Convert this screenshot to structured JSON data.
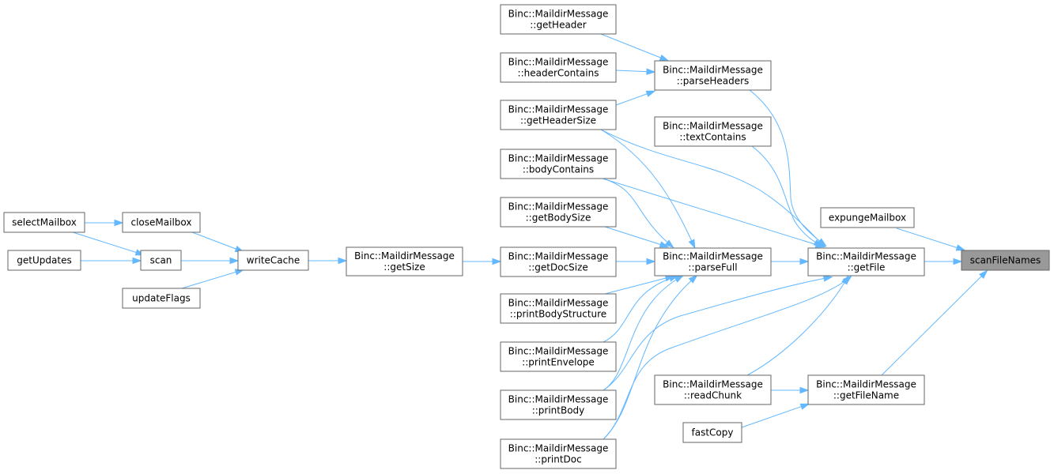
{
  "diagram": {
    "nodes": [
      {
        "id": "scanFileNames",
        "lines": [
          "scanFileNames"
        ],
        "focus": true
      },
      {
        "id": "expungeMailbox",
        "lines": [
          "expungeMailbox"
        ]
      },
      {
        "id": "getFile",
        "lines": [
          "Binc::MaildirMessage",
          "::getFile"
        ]
      },
      {
        "id": "getFileName",
        "lines": [
          "Binc::MaildirMessage",
          "::getFileName"
        ]
      },
      {
        "id": "parseHeaders",
        "lines": [
          "Binc::MaildirMessage",
          "::parseHeaders"
        ]
      },
      {
        "id": "textContains",
        "lines": [
          "Binc::MaildirMessage",
          "::textContains"
        ]
      },
      {
        "id": "parseFull",
        "lines": [
          "Binc::MaildirMessage",
          "::parseFull"
        ]
      },
      {
        "id": "readChunk",
        "lines": [
          "Binc::MaildirMessage",
          "::readChunk"
        ]
      },
      {
        "id": "fastCopy",
        "lines": [
          "fastCopy"
        ]
      },
      {
        "id": "getHeader",
        "lines": [
          "Binc::MaildirMessage",
          "::getHeader"
        ]
      },
      {
        "id": "headerContains",
        "lines": [
          "Binc::MaildirMessage",
          "::headerContains"
        ]
      },
      {
        "id": "getHeaderSize",
        "lines": [
          "Binc::MaildirMessage",
          "::getHeaderSize"
        ]
      },
      {
        "id": "bodyContains",
        "lines": [
          "Binc::MaildirMessage",
          "::bodyContains"
        ]
      },
      {
        "id": "getBodySize",
        "lines": [
          "Binc::MaildirMessage",
          "::getBodySize"
        ]
      },
      {
        "id": "getDocSize",
        "lines": [
          "Binc::MaildirMessage",
          "::getDocSize"
        ]
      },
      {
        "id": "printBodyStructure",
        "lines": [
          "Binc::MaildirMessage",
          "::printBodyStructure"
        ]
      },
      {
        "id": "printEnvelope",
        "lines": [
          "Binc::MaildirMessage",
          "::printEnvelope"
        ]
      },
      {
        "id": "printBody",
        "lines": [
          "Binc::MaildirMessage",
          "::printBody"
        ]
      },
      {
        "id": "printDoc",
        "lines": [
          "Binc::MaildirMessage",
          "::printDoc"
        ]
      },
      {
        "id": "getSize",
        "lines": [
          "Binc::MaildirMessage",
          "::getSize"
        ]
      },
      {
        "id": "writeCache",
        "lines": [
          "writeCache"
        ]
      },
      {
        "id": "closeMailbox",
        "lines": [
          "closeMailbox"
        ]
      },
      {
        "id": "scan",
        "lines": [
          "scan"
        ]
      },
      {
        "id": "updateFlags",
        "lines": [
          "updateFlags"
        ]
      },
      {
        "id": "selectMailbox",
        "lines": [
          "selectMailbox"
        ]
      },
      {
        "id": "getUpdates",
        "lines": [
          "getUpdates"
        ]
      }
    ],
    "edges": [
      {
        "from": "expungeMailbox",
        "to": "scanFileNames"
      },
      {
        "from": "getFile",
        "to": "scanFileNames"
      },
      {
        "from": "getFileName",
        "to": "scanFileNames"
      },
      {
        "from": "parseHeaders",
        "to": "getFile"
      },
      {
        "from": "textContains",
        "to": "getFile"
      },
      {
        "from": "parseFull",
        "to": "getFile"
      },
      {
        "from": "getHeaderSize",
        "to": "getFile"
      },
      {
        "from": "bodyContains",
        "to": "getFile"
      },
      {
        "from": "readChunk",
        "to": "getFile"
      },
      {
        "from": "printBody",
        "to": "getFile"
      },
      {
        "from": "printDoc",
        "to": "getFile"
      },
      {
        "from": "readChunk",
        "to": "getFileName"
      },
      {
        "from": "fastCopy",
        "to": "getFileName"
      },
      {
        "from": "getHeader",
        "to": "parseHeaders"
      },
      {
        "from": "headerContains",
        "to": "parseHeaders"
      },
      {
        "from": "getHeaderSize",
        "to": "parseHeaders"
      },
      {
        "from": "getHeaderSize",
        "to": "parseFull"
      },
      {
        "from": "bodyContains",
        "to": "parseFull"
      },
      {
        "from": "getBodySize",
        "to": "parseFull"
      },
      {
        "from": "getDocSize",
        "to": "parseFull"
      },
      {
        "from": "printBodyStructure",
        "to": "parseFull"
      },
      {
        "from": "printEnvelope",
        "to": "parseFull"
      },
      {
        "from": "printBody",
        "to": "parseFull"
      },
      {
        "from": "printDoc",
        "to": "parseFull"
      },
      {
        "from": "getSize",
        "to": "getDocSize"
      },
      {
        "from": "writeCache",
        "to": "getSize"
      },
      {
        "from": "closeMailbox",
        "to": "writeCache"
      },
      {
        "from": "scan",
        "to": "writeCache"
      },
      {
        "from": "updateFlags",
        "to": "writeCache"
      },
      {
        "from": "selectMailbox",
        "to": "closeMailbox"
      },
      {
        "from": "selectMailbox",
        "to": "scan"
      },
      {
        "from": "getUpdates",
        "to": "scan"
      }
    ]
  },
  "colors": {
    "edge": "#63b8ff",
    "node_border": "#666666",
    "node_fill": "#ffffff",
    "focus_fill": "#999999"
  }
}
